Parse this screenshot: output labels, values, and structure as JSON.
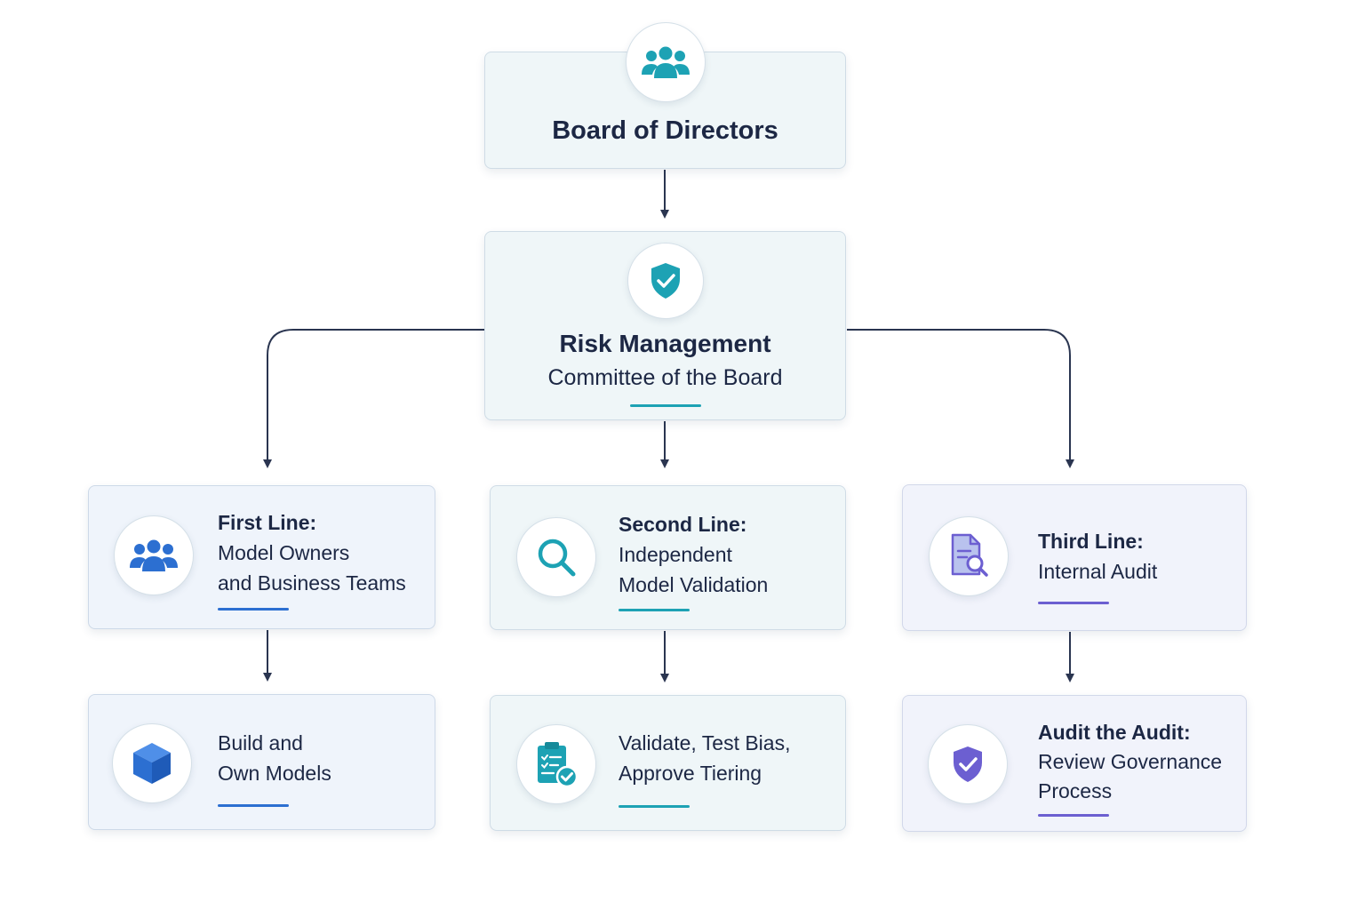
{
  "board": {
    "title": "Board of Directors",
    "icon": "people-icon"
  },
  "risk_committee": {
    "title": "Risk Management",
    "subtitle": "Committee of the Board",
    "icon": "shield-check-icon"
  },
  "lines": [
    {
      "heading": "First Line:",
      "detail_1": "Model Owners",
      "detail_2": "and Business Teams",
      "icon": "people-icon",
      "accent": "#2c6fd1",
      "action": {
        "text_1": "Build and",
        "text_2": "Own Models",
        "icon": "cube-icon"
      }
    },
    {
      "heading": "Second Line:",
      "detail_1": "Independent",
      "detail_2": "Model Validation",
      "icon": "magnifier-icon",
      "accent": "#1da2b4",
      "action": {
        "text_1": "Validate, Test Bias,",
        "text_2": "Approve Tiering",
        "icon": "clipboard-check-icon"
      }
    },
    {
      "heading": "Third Line:",
      "detail_1": "Internal Audit",
      "icon": "document-search-icon",
      "accent": "#6c5fd1",
      "action": {
        "heading": "Audit the Audit:",
        "text_1": "Review Governance",
        "text_2": "Process",
        "icon": "shield-check-icon"
      }
    }
  ],
  "colors": {
    "navy": "#1c2744",
    "teal": "#1da2b4",
    "blue": "#2c6fd1",
    "purple": "#6c5fd1",
    "arrow": "#2a3550"
  }
}
